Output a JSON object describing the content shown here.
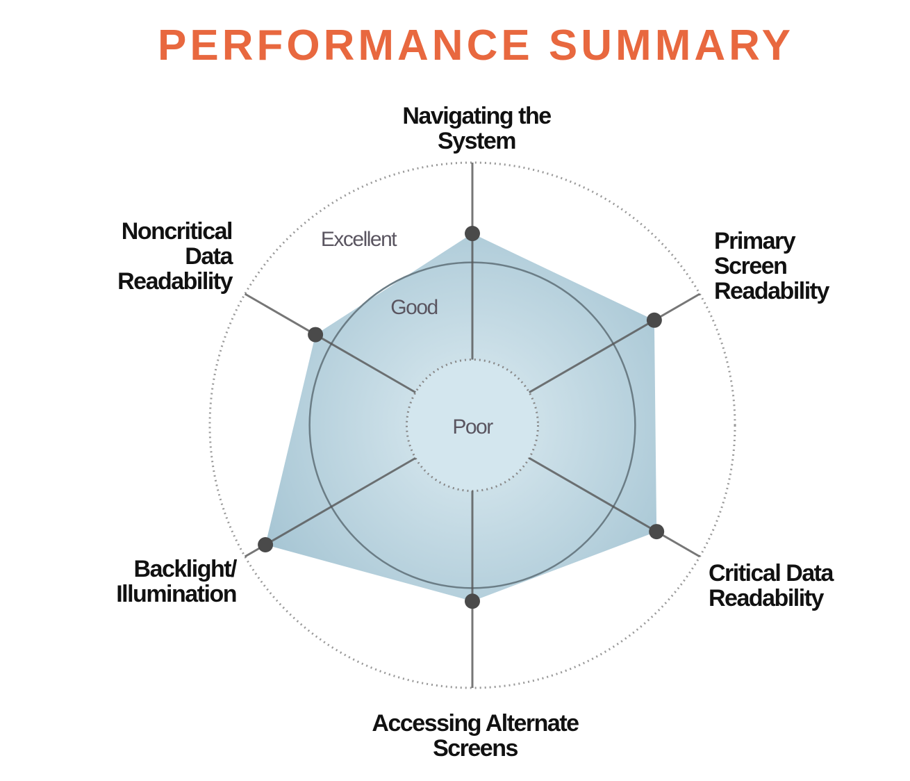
{
  "chart_data": {
    "type": "radar",
    "title": "PERFORMANCE SUMMARY",
    "axes": [
      {
        "label": [
          "Navigating the",
          "System"
        ],
        "value": 7.3
      },
      {
        "label": [
          "Primary",
          "Screen",
          "Readability"
        ],
        "value": 8.0
      },
      {
        "label": [
          "Critical Data",
          "Readability"
        ],
        "value": 8.1
      },
      {
        "label": [
          "Accessing Alternate",
          "Screens"
        ],
        "value": 6.7
      },
      {
        "label": [
          "Backlight/",
          "Illumination"
        ],
        "value": 9.1
      },
      {
        "label": [
          "Noncritical",
          "Data",
          "Readability"
        ],
        "value": 6.9
      }
    ],
    "rings": [
      {
        "label": "Poor",
        "value": 2.5
      },
      {
        "label": "Good",
        "value": 6.2
      },
      {
        "label": "Excellent",
        "value": 10
      }
    ],
    "range": [
      0,
      10
    ],
    "colors": {
      "title": "#e8683f",
      "fill": "#a3c3d2",
      "fill_center": "#dcebf1",
      "axis": "#555555",
      "point": "#4a4a4a"
    }
  }
}
